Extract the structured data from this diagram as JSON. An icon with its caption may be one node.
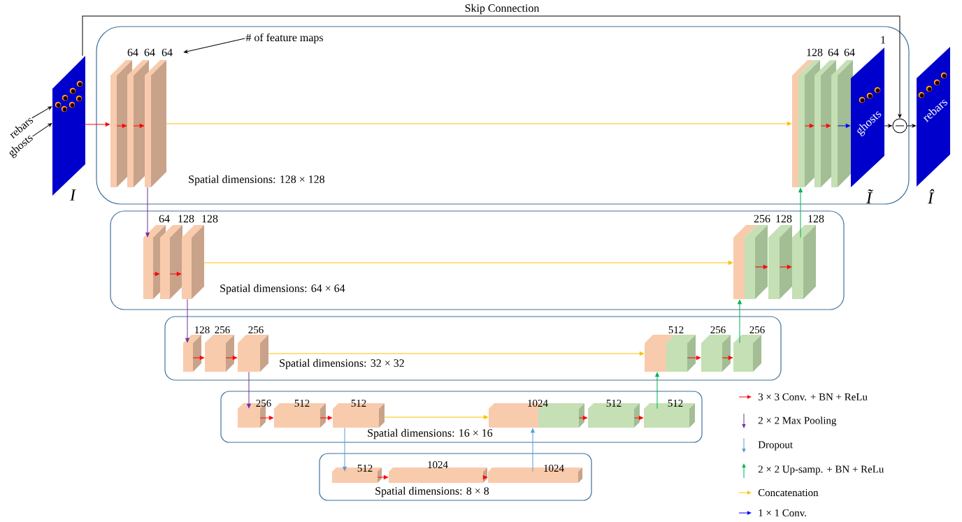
{
  "diagram": {
    "nodes": [
      {
        "text": [
          "rebars"
        ]
      },
      {
        "text": [
          "ghosts"
        ]
      },
      {
        "text": [
          "I"
        ]
      },
      {
        "text": [
          "Spatial dimensions: 128 × 128"
        ]
      },
      {
        "text": [
          "# of feature maps"
        ],
        "in": 3
      },
      {
        "text": [
          "64"
        ],
        "in": 3
      },
      {
        "text": [
          "64"
        ],
        "in": 3
      },
      {
        "text": [
          "64"
        ],
        "in": 3
      },
      {
        "text": [
          "128"
        ],
        "in": 3
      },
      {
        "text": [
          "64"
        ],
        "in": 3
      },
      {
        "text": [
          "64"
        ],
        "in": 3
      },
      {
        "text": [
          "1",
          "ghosts",
          "Ĩ"
        ],
        "in": 3
      },
      {
        "text": [],
        "shape": "circle",
        "in": 3
      },
      {
        "text": [
          "rebars",
          "Î"
        ]
      },
      {
        "text": [
          "Spatial dimensions: 64 × 64"
        ]
      },
      {
        "text": [
          "64"
        ],
        "in": 14
      },
      {
        "text": [
          "128"
        ],
        "in": 14
      },
      {
        "text": [
          "128"
        ],
        "in": 14
      },
      {
        "text": [
          "256"
        ],
        "in": 14
      },
      {
        "text": [
          "128"
        ],
        "in": 14
      },
      {
        "text": [
          "128"
        ],
        "in": 14
      },
      {
        "text": [
          "Spatial dimensions: 32 × 32"
        ]
      },
      {
        "text": [
          "128"
        ],
        "in": 21
      },
      {
        "text": [
          "256"
        ],
        "in": 21
      },
      {
        "text": [
          "256"
        ],
        "in": 21
      },
      {
        "text": [
          "512"
        ],
        "in": 21
      },
      {
        "text": [
          "256"
        ],
        "in": 21
      },
      {
        "text": [
          "256"
        ],
        "in": 21
      },
      {
        "text": [
          "Spatial dimensions: 16 × 16"
        ]
      },
      {
        "text": [
          "256"
        ],
        "in": 28
      },
      {
        "text": [
          "512"
        ],
        "in": 28
      },
      {
        "text": [
          "512"
        ],
        "in": 28
      },
      {
        "text": [
          "1024"
        ],
        "in": 28
      },
      {
        "text": [
          "512"
        ],
        "in": 28
      },
      {
        "text": [
          "512"
        ],
        "in": 28
      },
      {
        "text": [
          "Spatial dimensions: 8 × 8"
        ]
      },
      {
        "text": [
          "512"
        ],
        "in": 35
      },
      {
        "text": [
          "1024"
        ],
        "in": 35
      },
      {
        "text": [
          "1024"
        ],
        "in": 35
      }
    ],
    "edges": [
      {
        "from": 0,
        "to": 2,
        "arrow": "to",
        "color": "#000000"
      },
      {
        "from": 1,
        "to": 2,
        "arrow": "to",
        "color": "#000000"
      },
      {
        "from": 4,
        "to": 7,
        "arrow": "to",
        "color": "#000000"
      },
      {
        "from": 2,
        "to": 5,
        "arrow": "to"
      },
      {
        "from": 5,
        "to": 6,
        "arrow": "to"
      },
      {
        "from": 6,
        "to": 7,
        "arrow": "to"
      },
      {
        "from": 7,
        "to": 8,
        "arrow": "to",
        "color": "#ffc000"
      },
      {
        "from": 8,
        "to": 9,
        "arrow": "to"
      },
      {
        "from": 9,
        "to": 10,
        "arrow": "to"
      },
      {
        "from": 10,
        "to": 11,
        "arrow": "to",
        "color": "#0000ff"
      },
      {
        "from": 11,
        "to": 12,
        "arrow": "to",
        "color": "#000000"
      },
      {
        "from": 12,
        "to": 13,
        "arrow": "to",
        "color": "#000000"
      },
      {
        "from": 2,
        "to": 12,
        "arrow": "to",
        "label": "Skip Connection",
        "color": "#000000"
      },
      {
        "from": 7,
        "to": 15,
        "arrow": "to",
        "color": "#7030a0"
      },
      {
        "from": 15,
        "to": 16,
        "arrow": "to"
      },
      {
        "from": 16,
        "to": 17,
        "arrow": "to"
      },
      {
        "from": 17,
        "to": 18,
        "arrow": "to",
        "color": "#ffc000"
      },
      {
        "from": 18,
        "to": 19,
        "arrow": "to"
      },
      {
        "from": 19,
        "to": 20,
        "arrow": "to"
      },
      {
        "from": 20,
        "to": 8,
        "arrow": "to",
        "color": "#00b050"
      },
      {
        "from": 17,
        "to": 22,
        "arrow": "to",
        "color": "#7030a0"
      },
      {
        "from": 22,
        "to": 23,
        "arrow": "to"
      },
      {
        "from": 23,
        "to": 24,
        "arrow": "to"
      },
      {
        "from": 24,
        "to": 25,
        "arrow": "to",
        "color": "#ffc000"
      },
      {
        "from": 25,
        "to": 26,
        "arrow": "to"
      },
      {
        "from": 26,
        "to": 27,
        "arrow": "to"
      },
      {
        "from": 27,
        "to": 18,
        "arrow": "to",
        "color": "#00b050"
      },
      {
        "from": 24,
        "to": 29,
        "arrow": "to",
        "color": "#7030a0"
      },
      {
        "from": 29,
        "to": 30,
        "arrow": "to"
      },
      {
        "from": 30,
        "to": 31,
        "arrow": "to"
      },
      {
        "from": 31,
        "to": 32,
        "arrow": "to",
        "color": "#ffc000"
      },
      {
        "from": 32,
        "to": 33,
        "arrow": "to"
      },
      {
        "from": 33,
        "to": 34,
        "arrow": "to"
      },
      {
        "from": 34,
        "to": 25,
        "arrow": "to",
        "color": "#00b050"
      },
      {
        "from": 31,
        "to": 36,
        "arrow": "to",
        "color": "#5b9bd5"
      },
      {
        "from": 36,
        "to": 37,
        "arrow": "to"
      },
      {
        "from": 37,
        "to": 38,
        "arrow": "to"
      },
      {
        "from": 38,
        "to": 32,
        "arrow": "to",
        "color": "#5b9bd5"
      }
    ],
    "legend": [
      {
        "text": "3 × 3 Conv. + BN + ReLu",
        "color": "#ff0000"
      },
      {
        "text": "2 × 2 Max Pooling",
        "color": "#7030a0"
      },
      {
        "text": "Dropout",
        "color": "#5b9bd5"
      },
      {
        "text": "2 × 2 Up-samp. + BN + ReLu",
        "color": "#00b050"
      },
      {
        "text": "Concatenation",
        "color": "#ffc000"
      },
      {
        "text": "1 × 1 Conv.",
        "color": "#0000ff"
      }
    ]
  }
}
